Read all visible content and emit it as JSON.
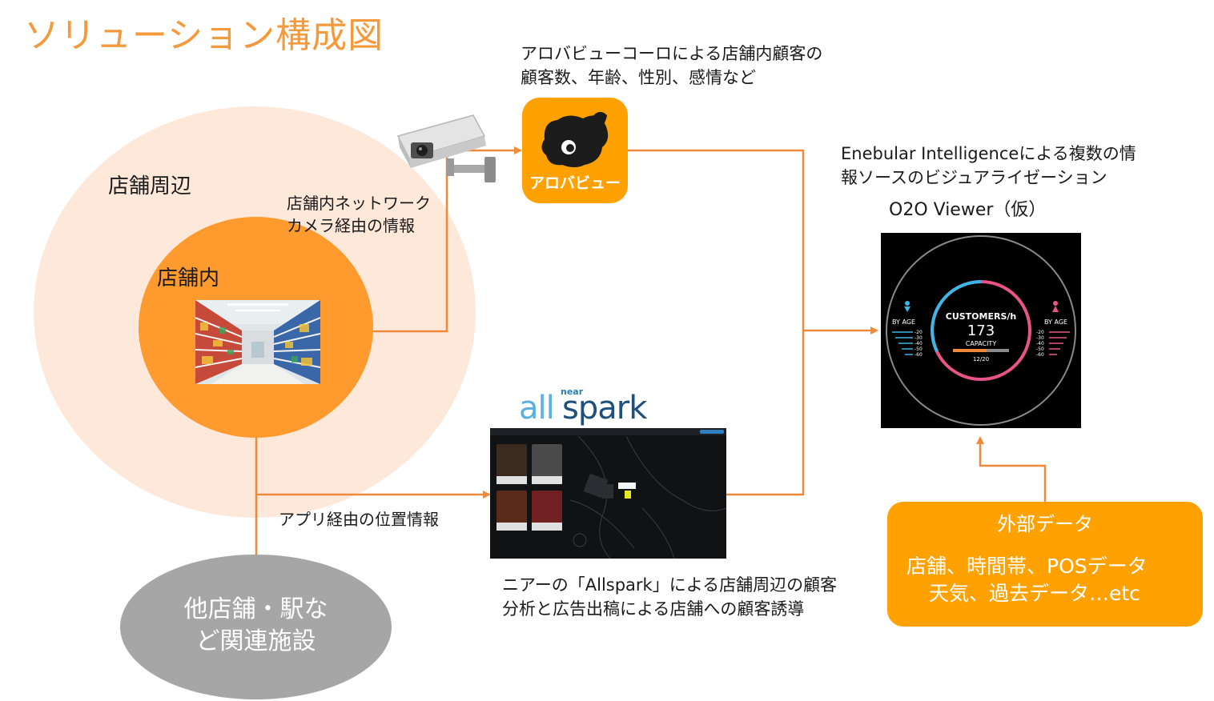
{
  "title": "ソリューション構成図",
  "zones": {
    "outer_label": "店舗周辺",
    "inner_label": "店舗内",
    "other_label_line1": "他店舗・駅な",
    "other_label_line2": "ど関連施設"
  },
  "labels": {
    "camera_line1": "店舗内ネットワーク",
    "camera_line2": "カメラ経由の情報",
    "app_info": "アプリ経由の位置情報",
    "arobaview_line1": "アロバビューコーロによる店舗内顧客の",
    "arobaview_line2": "顧客数、年齢、性別、感情など",
    "enebular_line1": "Enebular Intelligenceによる複数の情",
    "enebular_line2": "報ソースのビジュアライゼーション",
    "viewer_title": "O2O Viewer（仮）",
    "allspark_line1": "ニアーの「Allspark」による店舗周辺の顧客",
    "allspark_line2": "分析と広告出稿による店舗への顧客誘導"
  },
  "arobaview_app": {
    "name": "アロバビュー",
    "icon": "dog-face-icon",
    "color": "#ffa100"
  },
  "allspark_logo": {
    "prefix": "all",
    "suffix": "spark",
    "superscript": "near"
  },
  "dashboard": {
    "title": "CUSTOMERS/h",
    "value": "173",
    "capacity_label": "CAPACITY",
    "capacity_value": "12/20",
    "capacity_fill": 0.6,
    "left_label": "BY AGE",
    "right_label": "BY AGE",
    "age_ticks": [
      "-20",
      "-30",
      "-40",
      "-50",
      "-60"
    ]
  },
  "external": {
    "title": "外部データ",
    "line1": "店舗、時間帯、POSデータ",
    "line2": "天気、過去データ…etc"
  },
  "colors": {
    "accent": "#f59a3c",
    "outer_zone": "#fde8da",
    "inner_zone": "#ff9a2e",
    "connector": "#ee8a3a",
    "other_zone": "#a6a6a6",
    "external_box": "#ffa100",
    "dash_blue": "#3ab7e6",
    "dash_pink": "#e8548a"
  }
}
